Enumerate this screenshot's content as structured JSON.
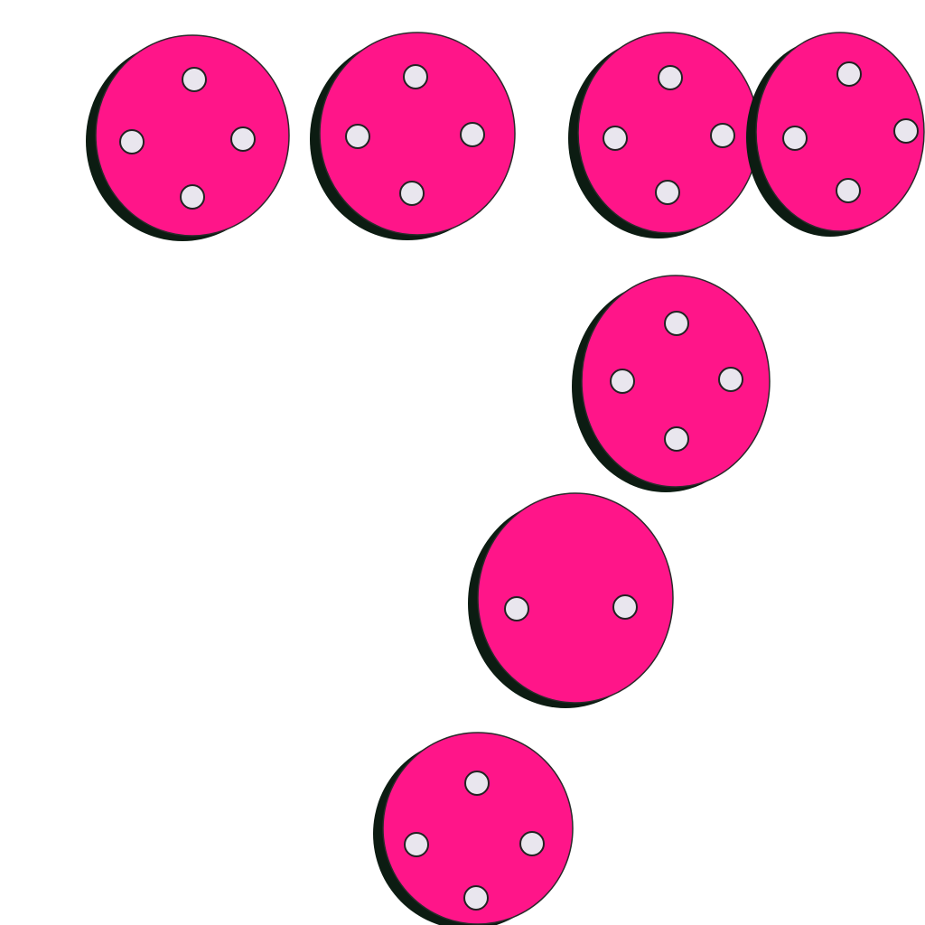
{
  "colors": {
    "background": "#ffffff",
    "button_fill": "#ff1589",
    "button_rim": "#0c1c12",
    "button_outline": "#2a2a2a",
    "hole_fill": "#e9e6ee",
    "hole_outline": "#222222"
  },
  "buttons": [
    {
      "name": "button-top-1",
      "holes": 4
    },
    {
      "name": "button-top-2",
      "holes": 4
    },
    {
      "name": "button-top-3",
      "holes": 4
    },
    {
      "name": "button-top-4",
      "holes": 4
    },
    {
      "name": "button-middle",
      "holes": 4
    },
    {
      "name": "button-lower",
      "holes": 2
    },
    {
      "name": "button-bottom",
      "holes": 4
    }
  ]
}
